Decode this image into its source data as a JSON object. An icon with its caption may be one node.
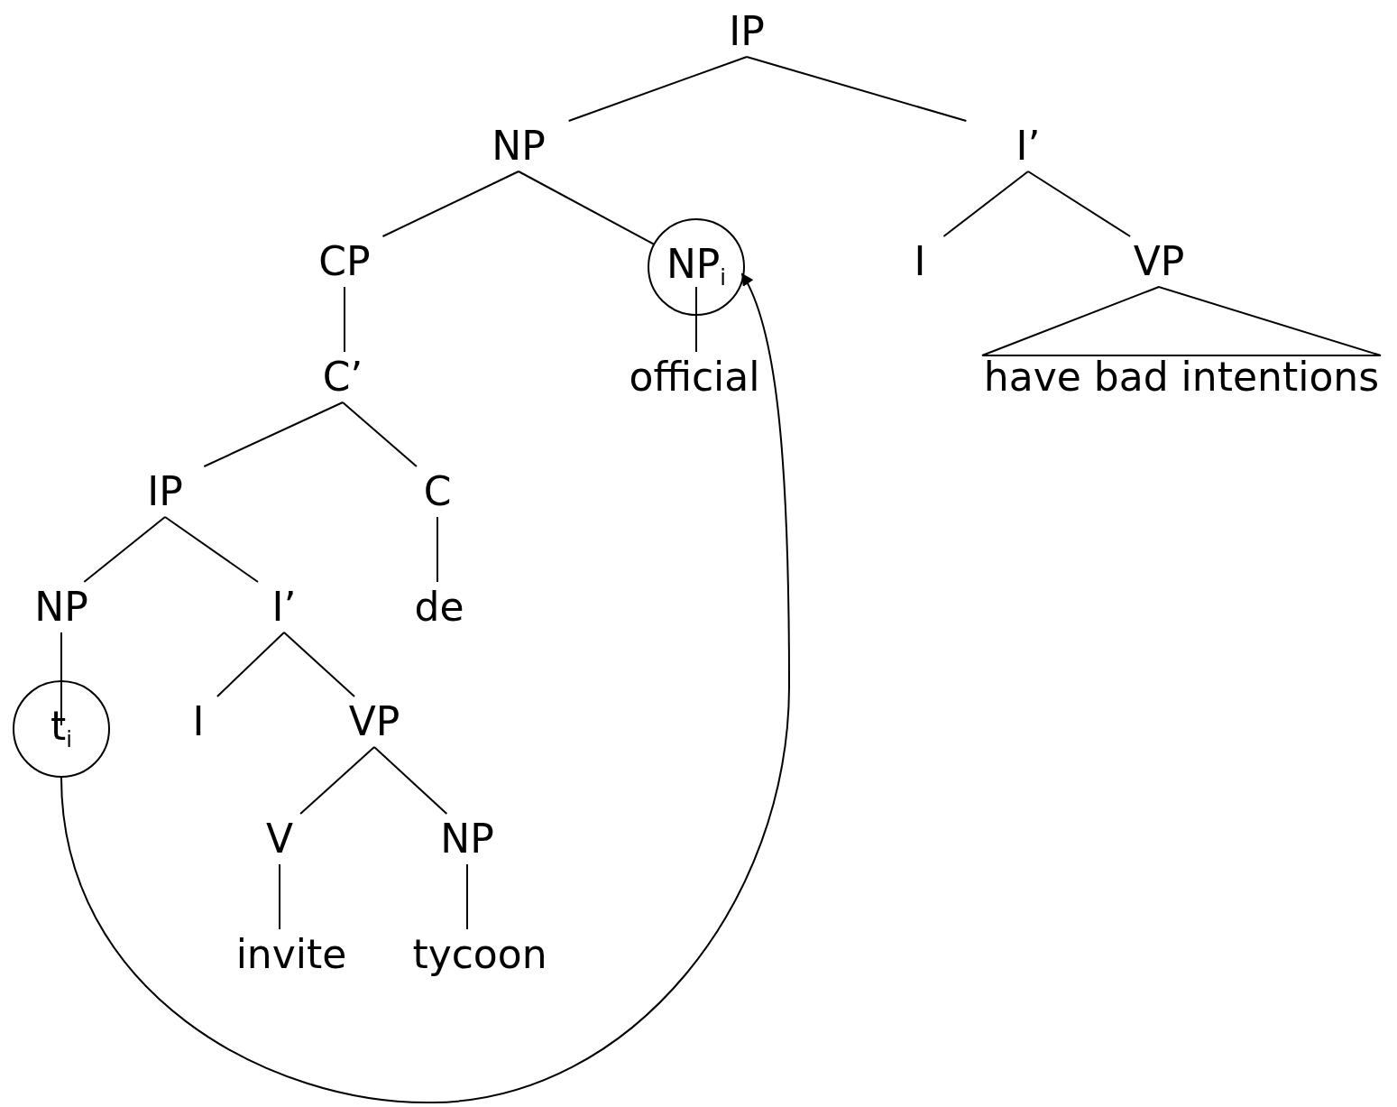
{
  "diagram": {
    "nodes": [
      {
        "text": [
          "IP"
        ]
      },
      {
        "text": [
          "NP"
        ]
      },
      {
        "text": [
          "I’"
        ]
      },
      {
        "text": [
          "CP"
        ]
      },
      {
        "text": [
          "NP$_{i}$"
        ]
      },
      {
        "text": [
          "I"
        ]
      },
      {
        "text": [
          "VP"
        ]
      },
      {
        "text": [
          "C’"
        ]
      },
      {
        "text": [
          "official"
        ]
      },
      {
        "text": [
          "have bad intentions"
        ]
      },
      {
        "text": [
          "IP"
        ]
      },
      {
        "text": [
          "C"
        ]
      },
      {
        "text": [
          "NP"
        ]
      },
      {
        "text": [
          "I’"
        ]
      },
      {
        "text": [
          "de"
        ]
      },
      {
        "text": [
          "t$_{i}$"
        ]
      },
      {
        "text": [
          "I"
        ]
      },
      {
        "text": [
          "VP"
        ]
      },
      {
        "text": [
          "V"
        ]
      },
      {
        "text": [
          "NP"
        ]
      },
      {
        "text": [
          "invite"
        ]
      },
      {
        "text": [
          "tycoon"
        ]
      }
    ],
    "edges": [
      {
        "from": 0,
        "to": 1,
        "arrow": "none"
      },
      {
        "from": 0,
        "to": 2,
        "arrow": "none"
      },
      {
        "from": 1,
        "to": 3,
        "arrow": "none"
      },
      {
        "from": 1,
        "to": 4,
        "arrow": "none"
      },
      {
        "from": 2,
        "to": 5,
        "arrow": "none"
      },
      {
        "from": 2,
        "to": 6,
        "arrow": "none"
      },
      {
        "from": 3,
        "to": 7,
        "arrow": "none"
      },
      {
        "from": 4,
        "to": 8,
        "arrow": "none"
      },
      {
        "from": 6,
        "to": 9,
        "arrow": "none"
      },
      {
        "from": 7,
        "to": 10,
        "arrow": "none"
      },
      {
        "from": 7,
        "to": 11,
        "arrow": "none"
      },
      {
        "from": 10,
        "to": 12,
        "arrow": "none"
      },
      {
        "from": 10,
        "to": 13,
        "arrow": "none"
      },
      {
        "from": 11,
        "to": 14,
        "arrow": "none"
      },
      {
        "from": 12,
        "to": 15,
        "arrow": "none"
      },
      {
        "from": 13,
        "to": 16,
        "arrow": "none"
      },
      {
        "from": 13,
        "to": 17,
        "arrow": "none"
      },
      {
        "from": 17,
        "to": 18,
        "arrow": "none"
      },
      {
        "from": 17,
        "to": 19,
        "arrow": "none"
      },
      {
        "from": 18,
        "to": 20,
        "arrow": "none"
      },
      {
        "from": 19,
        "to": 21,
        "arrow": "none"
      },
      {
        "from": 15,
        "to": 4,
        "arrow": "to"
      }
    ]
  }
}
